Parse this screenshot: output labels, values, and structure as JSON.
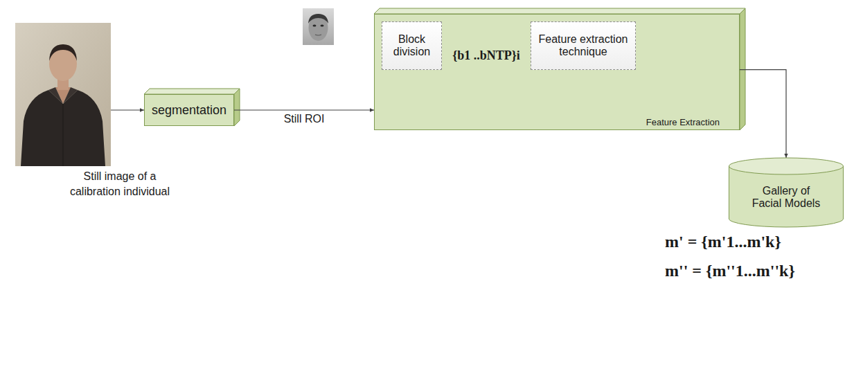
{
  "diagram": {
    "nodes": [
      {
        "text": [
          "Still image of a calibration individual"
        ]
      },
      {
        "text": [
          "segmentation"
        ]
      },
      {
        "text": [
          "Feature Extraction"
        ]
      },
      {
        "text": [
          "Block division"
        ],
        "in": 2
      },
      {
        "text": [
          "Feature extraction technique"
        ],
        "in": 2
      },
      {
        "text": [
          "Gallery of Facial Models"
        ]
      }
    ],
    "edges": [
      {
        "from": 0,
        "to": 1,
        "arrow": "to"
      },
      {
        "from": 1,
        "to": 2,
        "label": "Still ROI",
        "arrow": "to"
      },
      {
        "from": 3,
        "to": 4,
        "label": "{b1 ..bNTP}i",
        "arrow": "to"
      },
      {
        "from": 2,
        "to": 5,
        "arrow": "to"
      }
    ],
    "labels": [
      "m' = {m'1...m'k}",
      "m'' = {m''1...m''k}"
    ]
  }
}
